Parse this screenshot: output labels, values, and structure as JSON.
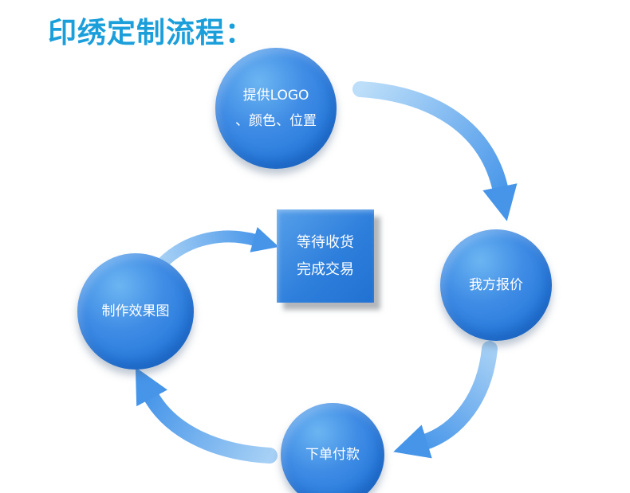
{
  "title": "印绣定制流程：",
  "nodes": {
    "top": {
      "line1": "提供LOGO",
      "line2": "、颜色、位置"
    },
    "right": {
      "label": "我方报价"
    },
    "bottom": {
      "label": "下单付款"
    },
    "left": {
      "label": "制作效果图"
    },
    "center": {
      "line1": "等待收货",
      "line2": "完成交易"
    }
  },
  "colors": {
    "title": "#1b9fdb",
    "node_fill": "#2b7ddd",
    "node_highlight": "#6cb5f2",
    "node_shadow": "#1e6cc9",
    "arrow_start": "#b9dcf8",
    "arrow_end": "#4695e9",
    "text": "#ffffff",
    "background": "#ffffff"
  }
}
